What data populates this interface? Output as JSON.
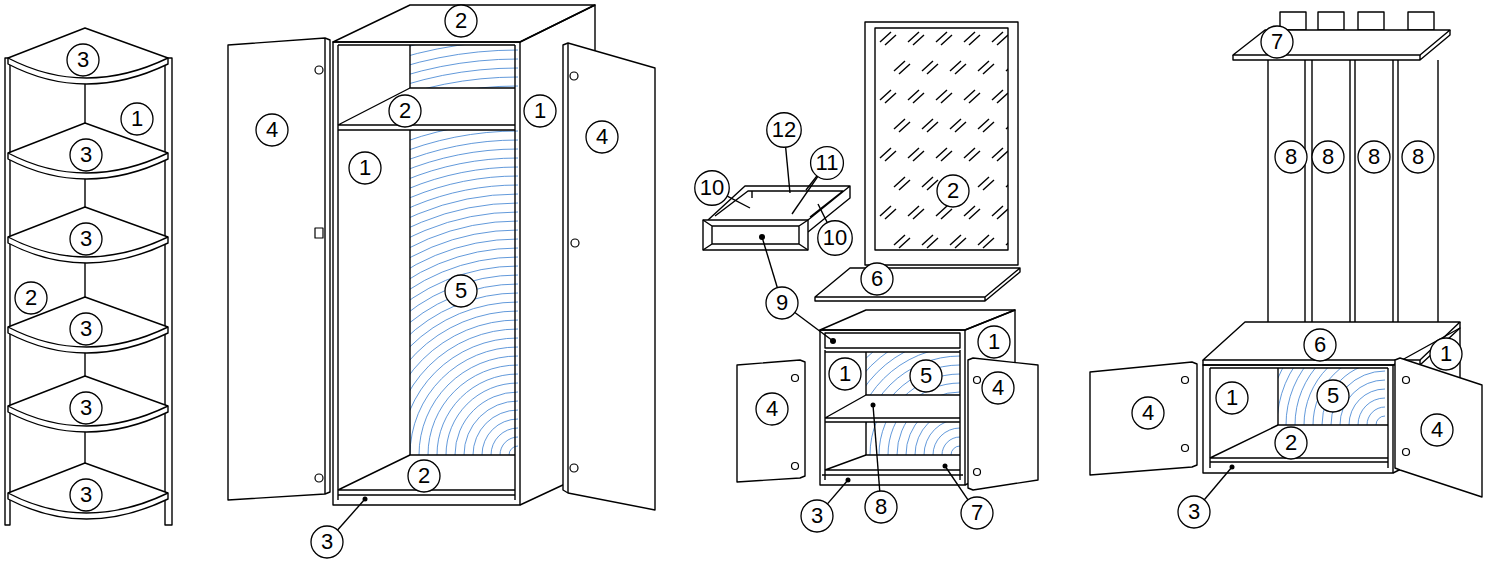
{
  "diagram": {
    "labels": [
      "3",
      "1",
      "3",
      "3",
      "2",
      "3",
      "3",
      "3",
      "2",
      "4",
      "2",
      "1",
      "1",
      "4",
      "5",
      "2",
      "3",
      "12",
      "11",
      "10",
      "2",
      "10",
      "6",
      "9",
      "1",
      "1",
      "5",
      "4",
      "4",
      "3",
      "8",
      "7",
      "7",
      "8",
      "8",
      "8",
      "8",
      "6",
      "1",
      "1",
      "5",
      "4",
      "4",
      "2",
      "3"
    ]
  }
}
